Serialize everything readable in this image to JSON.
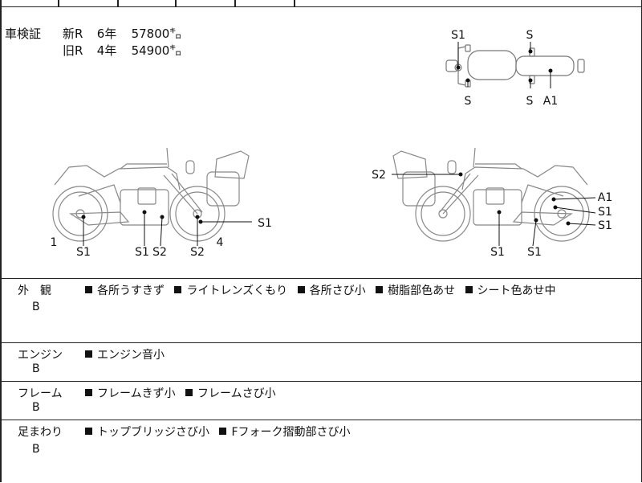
{
  "inspection": {
    "label": "車検証",
    "rows": [
      {
        "kind": "新R",
        "years": "6年",
        "km": "57800㌔"
      },
      {
        "kind": "旧R",
        "years": "4年",
        "km": "54900㌔"
      }
    ]
  },
  "diagram_labels": {
    "top_view": [
      "S1",
      "S",
      "S",
      "S",
      "A1"
    ],
    "left_view": [
      "1",
      "S1",
      "S1",
      "S2",
      "S2",
      "4",
      "S1"
    ],
    "right_view": [
      "S2",
      "A1",
      "S1",
      "S1",
      "S1",
      "S1"
    ]
  },
  "sections": [
    {
      "title": "外　観",
      "grade": "B",
      "notes": [
        "各所うすきず",
        "ライトレンズくもり",
        "各所さび小",
        "樹脂部色あせ",
        "シート色あせ中"
      ]
    },
    {
      "title": "エンジン",
      "grade": "B",
      "notes": [
        "エンジン音小"
      ]
    },
    {
      "title": "フレーム",
      "grade": "B",
      "notes": [
        "フレームきず小",
        "フレームさび小"
      ]
    },
    {
      "title": "足まわり",
      "grade": "B",
      "notes": [
        "トップブリッジさび小",
        "Fフォーク摺動部さび小"
      ]
    }
  ]
}
